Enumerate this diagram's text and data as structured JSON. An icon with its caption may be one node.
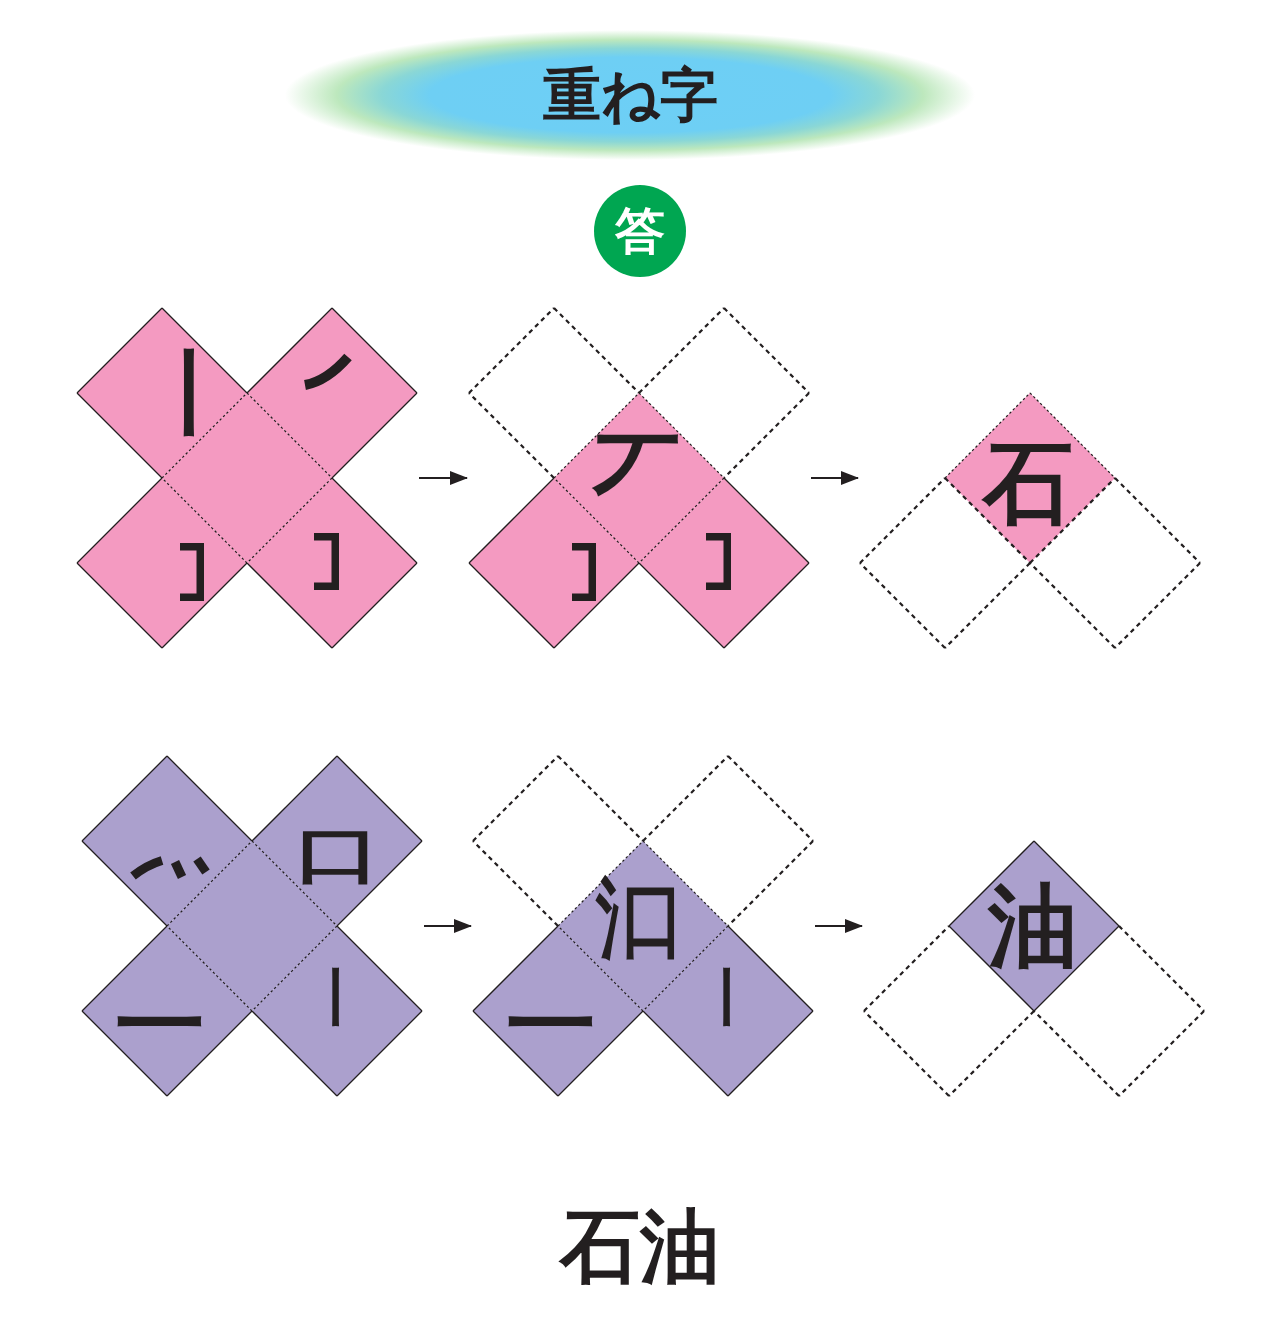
{
  "diagram": {
    "title": "重ね字",
    "nodes": [
      {
        "text": [
          "答"
        ]
      },
      {
        "text": [],
        "shape": "picture"
      },
      {
        "text": [
          "丨"
        ],
        "in": 1
      },
      {
        "text": [],
        "shape": "diamond",
        "in": 1
      },
      {
        "text": [],
        "shape": "diamond",
        "in": 1
      },
      {
        "text": [],
        "shape": "diamond",
        "in": 1
      },
      {
        "text": [],
        "shape": "diamond",
        "in": 1
      },
      {
        "text": [],
        "shape": "picture"
      },
      {
        "text": [],
        "shape": "diamond",
        "in": 7
      },
      {
        "text": [],
        "shape": "diamond",
        "in": 7
      },
      {
        "text": [
          "丆"
        ],
        "in": 7
      },
      {
        "text": [],
        "shape": "diamond",
        "in": 7
      },
      {
        "text": [],
        "shape": "diamond",
        "in": 7
      },
      {
        "text": [],
        "shape": "picture"
      },
      {
        "text": [
          "石"
        ],
        "in": 13
      },
      {
        "text": [],
        "shape": "diamond",
        "in": 13
      },
      {
        "text": [],
        "shape": "diamond",
        "in": 13
      },
      {
        "text": [],
        "shape": "picture"
      },
      {
        "text": [],
        "shape": "diamond",
        "in": 17
      },
      {
        "text": [
          "口"
        ],
        "in": 17
      },
      {
        "text": [],
        "shape": "diamond",
        "in": 17
      },
      {
        "text": [
          "一"
        ],
        "in": 17
      },
      {
        "text": [
          "丨"
        ],
        "in": 17
      },
      {
        "text": [],
        "shape": "picture"
      },
      {
        "text": [],
        "shape": "diamond",
        "in": 23
      },
      {
        "text": [],
        "shape": "diamond",
        "in": 23
      },
      {
        "text": [
          "氵口"
        ],
        "in": 23
      },
      {
        "text": [
          "一"
        ],
        "in": 23
      },
      {
        "text": [
          "丨"
        ],
        "in": 23
      },
      {
        "text": [],
        "shape": "picture"
      },
      {
        "text": [
          "油"
        ],
        "in": 29
      },
      {
        "text": [],
        "shape": "diamond",
        "in": 29
      },
      {
        "text": [],
        "shape": "diamond",
        "in": 29
      }
    ],
    "edges": [
      {
        "from": 1,
        "to": 7,
        "arrow": "to"
      },
      {
        "from": 7,
        "to": 13,
        "arrow": "to"
      },
      {
        "from": 17,
        "to": 23,
        "arrow": "to"
      },
      {
        "from": 23,
        "to": 29,
        "arrow": "to"
      }
    ],
    "labels": [
      "石油"
    ]
  }
}
